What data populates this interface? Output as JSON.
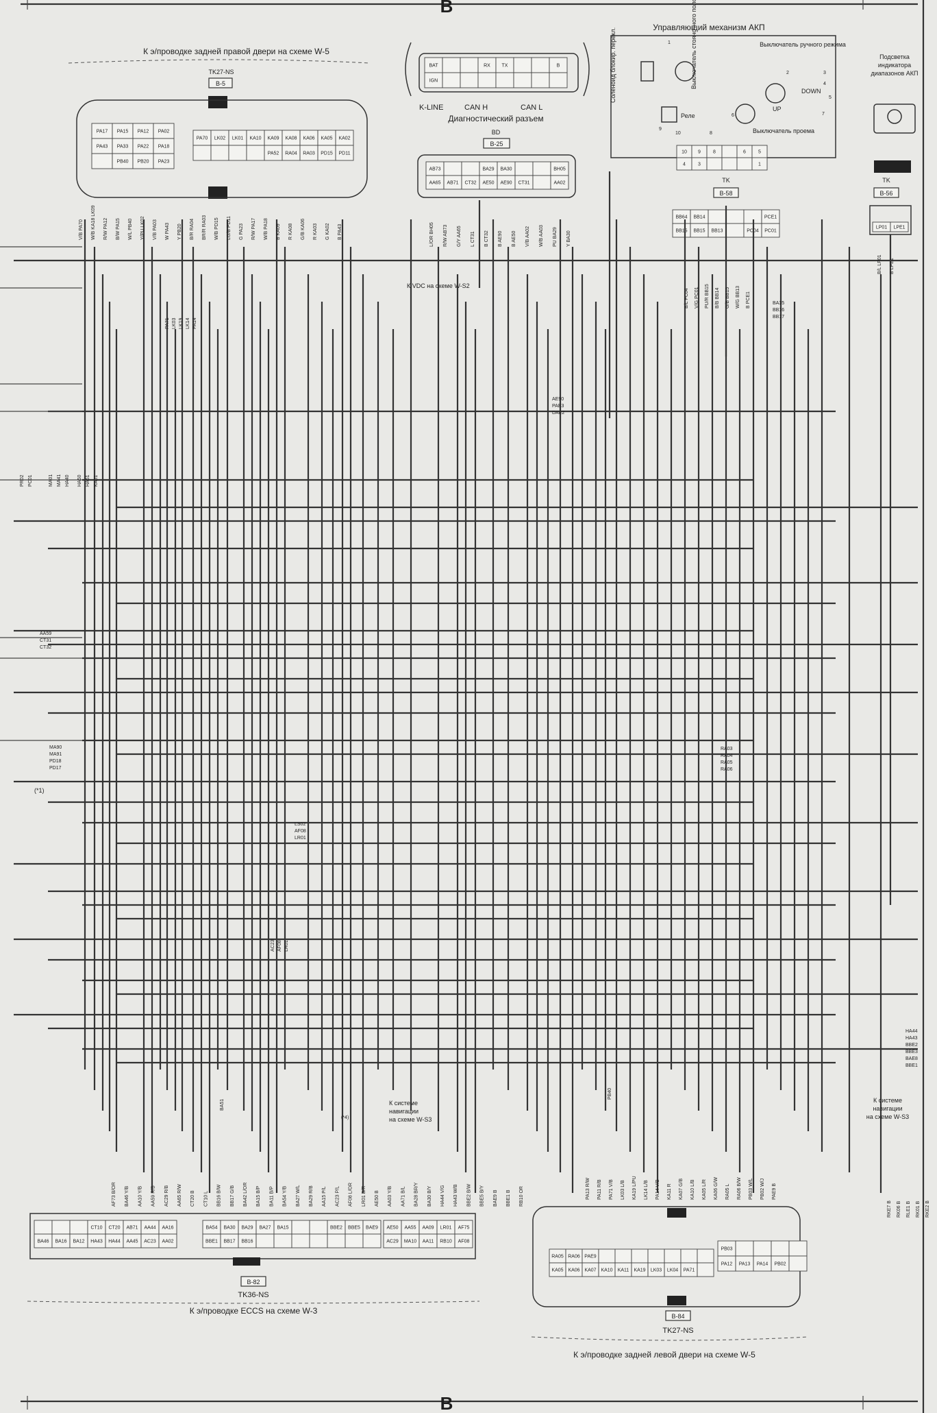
{
  "section_marker": "B",
  "rear_right_door": {
    "caption": "К э/проводке задней правой двери на схеме W-5",
    "connector_name": "TK27-NS",
    "connector_tag": "B-5",
    "pins_row1": [
      "PA17",
      "PA15",
      "PA12",
      "PA02",
      "",
      "PA70",
      "LK02",
      "LK01",
      "KA10",
      "KA09",
      "KA08",
      "KA06",
      "KA05",
      "KA02"
    ],
    "pins_row2": [
      "PA43",
      "PA33",
      "PA22",
      "PA18",
      "",
      "",
      "",
      "",
      "",
      "PA52",
      "RA04",
      "RA03",
      "PD15",
      "PD11"
    ],
    "pins_row3": [
      "",
      "PB40",
      "PB20",
      "PA23"
    ],
    "wire_labels": [
      "V/B PA70",
      "W/B KA18 LK09",
      "R/W PA12",
      "B/W PA15",
      "W/L PB40",
      "Y/PU LK02",
      "V/B PA03",
      "W PA43",
      "Y PB20",
      "B/R RA04",
      "BR/R RA03",
      "W/B PD15",
      "LG/B PD11",
      "G PA23",
      "R/W PA17",
      "W/B PA18",
      "B KA09",
      "R KA08",
      "G/B KA06",
      "R KA03",
      "G KA02",
      "B PA43"
    ]
  },
  "diag": {
    "connector_name": "BD",
    "connector_tag": "B-25",
    "caption": "Диагностический разъем",
    "pin_top": [
      "BAT",
      "",
      "",
      "RX",
      "TX",
      "",
      "",
      "B"
    ],
    "pin_bottom": [
      "IGN",
      "",
      "",
      "",
      "",
      "",
      "",
      ""
    ],
    "lines": [
      "K-LINE",
      "CAN H",
      "CAN L"
    ],
    "pins_row1": [
      "AB73",
      "",
      "",
      "BA29",
      "BA30",
      "",
      "",
      "BH05"
    ],
    "pins_row2": [
      "AA65",
      "AB71",
      "CT32",
      "AE50",
      "AE90",
      "CT31",
      "",
      "AA02"
    ],
    "wire_labels": [
      "L/OR BH05",
      "R/W AB73",
      "G/Y AA65",
      "L CT31",
      "B CT32",
      "B AE90",
      "B AE50",
      "V/B AA02",
      "W/B AA03",
      "PU BA29",
      "Y BA30"
    ],
    "vdc_note": "К VDC на схеме W-S2"
  },
  "atm": {
    "title": "Управляющий механизм АКП",
    "solenoid": "Соленоид блокир. перекл.",
    "park_switch": "Выключатель стояночного положения",
    "relay": "Реле",
    "manual_switch": "Выключатель ручного режима",
    "overdrive": "Выключатель проема",
    "up": "UP",
    "down": "DOWN",
    "terminals": [
      "1",
      "2",
      "3",
      "4",
      "5",
      "6",
      "7",
      "8",
      "9",
      "10"
    ],
    "grid_top": [
      "10",
      "9",
      "8",
      "",
      "6",
      "5"
    ],
    "grid_bottom": [
      "4",
      "3",
      "",
      "",
      "",
      "1"
    ],
    "connector_name": "TK",
    "connector_tag": "B-58",
    "pins_row1": [
      "BB64",
      "BB14",
      "",
      "",
      "",
      "PCE1"
    ],
    "pins_row2": [
      "BB15",
      "BB15",
      "BB13",
      "",
      "PC04",
      "PC01"
    ],
    "wire_labels": [
      "B/L PC04",
      "V/G PC01",
      "PU/R BB15",
      "B/B BB14",
      "G/B BB15",
      "W/G BB13",
      "B PCE1"
    ]
  },
  "range_light": {
    "title": "Подсветка индикатора диапазонов АКП",
    "connector_name": "TK",
    "connector_tag": "B-56",
    "pins": [
      "LP01",
      "LPE1"
    ],
    "wire_labels": [
      "B/L LP01",
      "B LPE1"
    ]
  },
  "bundle_labels": {
    "atm_bundle": [
      "BA35",
      "BB16",
      "BB17"
    ],
    "diag_bundle": [
      "AE90",
      "PAE3",
      "DAE2"
    ],
    "left_group1": [
      "PR02",
      "PC01"
    ],
    "left_group2": [
      "MA01",
      "MA41",
      "HA40"
    ],
    "left_group3": [
      "HA50",
      "HA51",
      "KA01"
    ],
    "left_group4": [
      "AA59",
      "CT31",
      "CT32"
    ],
    "left_group5": [
      "MA90",
      "MA91",
      "PD18",
      "PD17"
    ],
    "ref_mark": "(*1)",
    "mid_group": [
      "LS02",
      "AF08",
      "LR01"
    ],
    "right_group": [
      "RA03",
      "RA04",
      "RA05",
      "RA06"
    ],
    "vertical_group": [
      "AC23",
      "AF08",
      "LR01"
    ],
    "rear_group": [
      "PA71",
      "LK03",
      "LK19",
      "LK14",
      "PA14"
    ],
    "far_right_group": [
      "HA44",
      "HA43",
      "BBE2",
      "BBE3",
      "BAE8",
      "BBE1"
    ],
    "ba51": "BA51",
    "pb40": "PB40",
    "star": "(*4)"
  },
  "ecss": {
    "caption": "К э/проводке ECCS на схеме W-3",
    "connector_name": "TK36-NS",
    "connector_tag": "B-82",
    "pins_row1": [
      "",
      "",
      "",
      "CT10",
      "CT20",
      "AB71",
      "AA44",
      "AA16",
      "",
      "BA54",
      "BA30",
      "BA29",
      "BA27",
      "BA15",
      "",
      "",
      "BBE2",
      "BBE5",
      "BAE9",
      "AE50",
      "AA55",
      "AA09",
      "LR01",
      "AF75"
    ],
    "pins_row2": [
      "BA46",
      "BA16",
      "BA12",
      "HA43",
      "HA44",
      "AA45",
      "AC23",
      "AA02",
      "",
      "BBE1",
      "BB17",
      "BB16",
      "",
      "",
      "",
      "",
      "",
      "",
      "",
      "AC29",
      "MA10",
      "AA11",
      "RB10",
      "AF08"
    ],
    "wire_labels": [
      "AF73 B/OR",
      "BA46 Y/B",
      "AA10 Y/B",
      "AA59 R/B",
      "AC29 R/B",
      "AA65 R/W",
      "CT20 B",
      "CT10 L",
      "BB16 B/W",
      "BB17 G/B",
      "BA42 L/OR",
      "BA15 B/P",
      "BA11 B/P",
      "BA54 Y/B",
      "BA27 W/L",
      "BA29 R/B",
      "AA15 P/L",
      "AC23 P/L",
      "AF08 L/OR",
      "LR01 B/R",
      "AE50 B",
      "AA03 Y/B",
      "AA71 B/L",
      "BA28 BR/Y",
      "BA30 B/Y",
      "HA44 V/G",
      "HA43 W/B",
      "BBE2 B/W",
      "BBE5 B/Y",
      "BAE9 B",
      "BBE1 B",
      "RB10 OR"
    ],
    "nav_note": "К системе навигации на схеме W-S3"
  },
  "rear_left_door": {
    "caption": "К э/проводке задней левой двери на схеме W-5",
    "connector_name": "TK27-NS",
    "connector_tag": "B-84",
    "pins_row1": [
      "RA05",
      "RA06",
      "PAE9",
      "",
      "",
      "",
      "",
      "",
      "",
      "",
      "PB03",
      "",
      "",
      "",
      ""
    ],
    "pins_row2": [
      "KA05",
      "KA06",
      "KA07",
      "KA10",
      "KA11",
      "KA19",
      "LK03",
      "LK04",
      "PA71",
      "",
      "PA12",
      "PA13",
      "PA14",
      "PB02",
      ""
    ],
    "wire_labels": [
      "PA13 R/W",
      "PA11 R/B",
      "PA71 V/B",
      "LK03 L/B",
      "KA19 L/PU",
      "LK14 L/B",
      "PA14 V/B",
      "KA11 R",
      "KA07 G/B",
      "KA10 L/B",
      "KA05 L/R",
      "KA06 G/W",
      "RA05 L",
      "RA06 B/W",
      "PB03 W/L",
      "PB02 W/J",
      "PAE9 B"
    ],
    "nav_note": "К системе навигации на схеме W-S3",
    "nav_labels": [
      "RKE7 B",
      "RK06 B",
      "RLE1 B",
      "RK01 B",
      "RKE2 B"
    ]
  }
}
